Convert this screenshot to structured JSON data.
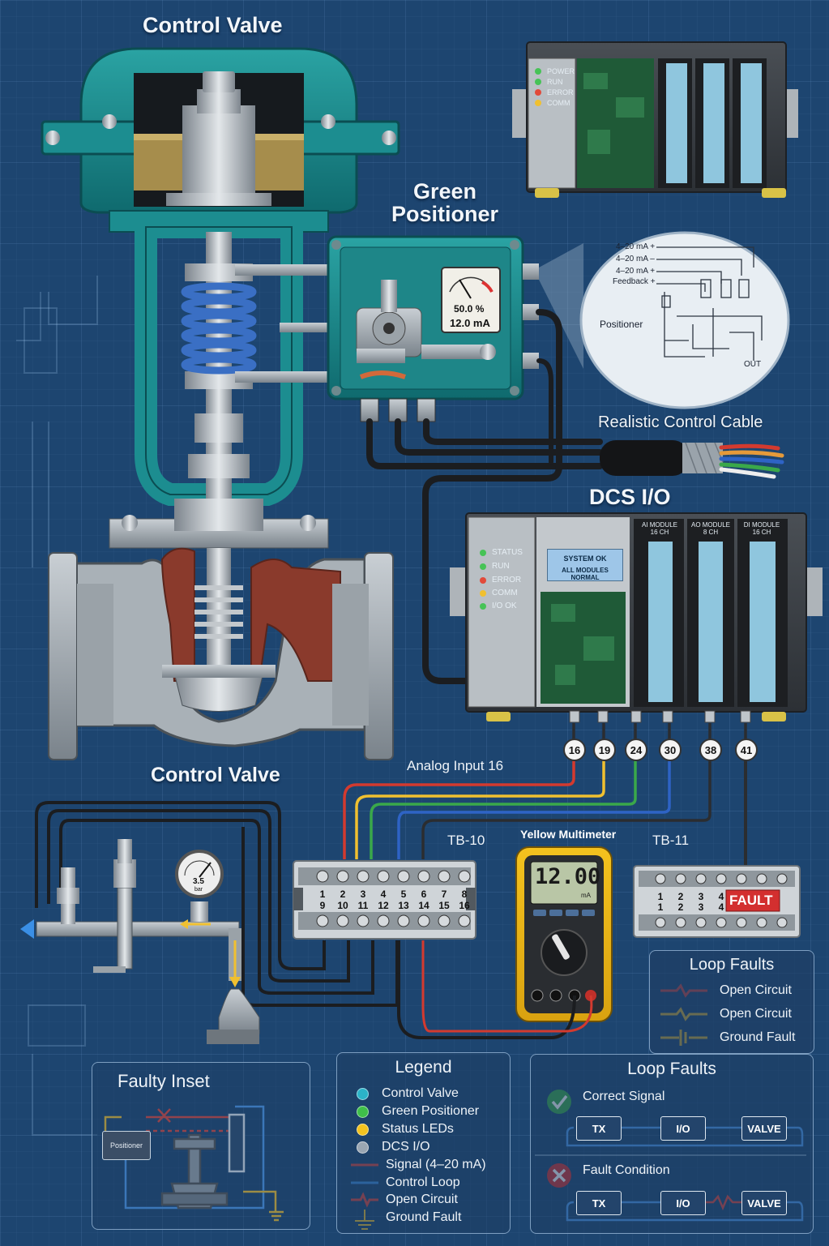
{
  "titles": {
    "control_valve_top": "Control Valve",
    "control_valve_bottom": "Control Valve",
    "positioner": "Green\nPositioner",
    "cable": "Realistic Control Cable",
    "dcs": "DCS I/O",
    "analog_input": "Analog Input 16",
    "tb10": "TB-10",
    "tb11": "TB-11",
    "multimeter": "Yellow Multimeter"
  },
  "positioner": {
    "gauge_percent": "50.0 %",
    "gauge_ma": "12.0 mA"
  },
  "wiring_inset": {
    "labels": [
      "4–20 mA +",
      "4–20 mA –",
      "4–20 mA +",
      "Feedback +",
      "Positioner",
      "OUT"
    ]
  },
  "top_rack": {
    "leds": [
      "POWER",
      "RUN",
      "ERROR",
      "COMM"
    ]
  },
  "dcs_rack": {
    "leds": [
      "STATUS",
      "RUN",
      "ERROR",
      "COMM",
      "I/O OK"
    ],
    "display_line1": "SYSTEM OK",
    "display_line2": "ALL MODULES NORMAL",
    "modules": [
      {
        "header": "AI MODULE\n16 CH"
      },
      {
        "header": "AO MODULE\n8 CH"
      },
      {
        "header": "DI MODULE\n16 CH"
      }
    ],
    "terminals": [
      "16",
      "19",
      "24",
      "30",
      "38",
      "41"
    ]
  },
  "tb10": {
    "top_row": [
      "1",
      "2",
      "3",
      "4",
      "5",
      "6",
      "7",
      "8"
    ],
    "bottom_row": [
      "9",
      "10",
      "11",
      "12",
      "13",
      "14",
      "15",
      "16"
    ]
  },
  "tb11": {
    "top_row": [
      "1",
      "2",
      "3",
      "4"
    ],
    "bottom_row": [
      "1",
      "2",
      "3",
      "4"
    ],
    "fault": "FAULT"
  },
  "multimeter": {
    "reading": "12.00",
    "unit": "mA"
  },
  "pressure_gauge": {
    "value": "3.5",
    "unit": "bar"
  },
  "loop_faults_right": {
    "title": "Loop Faults",
    "items": [
      {
        "label": "Open Circuit",
        "color": "#e0463c"
      },
      {
        "label": "Open Circuit",
        "color": "#f0c030"
      },
      {
        "label": "Ground Fault",
        "color": "#f0c030"
      }
    ]
  },
  "faulty_inset": {
    "title": "Faulty Inset",
    "positioner_label": "Positioner"
  },
  "legend": {
    "title": "Legend",
    "dots": [
      {
        "label": "Control Valve",
        "color": "#2bb3c8"
      },
      {
        "label": "Green Positioner",
        "color": "#3fbf4a"
      },
      {
        "label": "Status LEDs",
        "color": "#f2c21f"
      },
      {
        "label": "DCS I/O",
        "color": "#9aa6b2"
      }
    ],
    "lines": [
      {
        "label": "Signal (4–20 mA)",
        "color": "#e0463c"
      },
      {
        "label": "Control Loop",
        "color": "#3f8fe0"
      },
      {
        "label": "Open Circuit",
        "color": "#e0463c"
      },
      {
        "label": "Ground Fault",
        "color": "#f0c030"
      }
    ]
  },
  "loop_faults_bottom": {
    "title": "Loop Faults",
    "correct": {
      "label": "Correct Signal",
      "boxes": [
        "TX",
        "I/O",
        "VALVE"
      ]
    },
    "fault": {
      "label": "Fault Condition",
      "boxes": [
        "TX",
        "I/O",
        "VALVE"
      ]
    }
  }
}
